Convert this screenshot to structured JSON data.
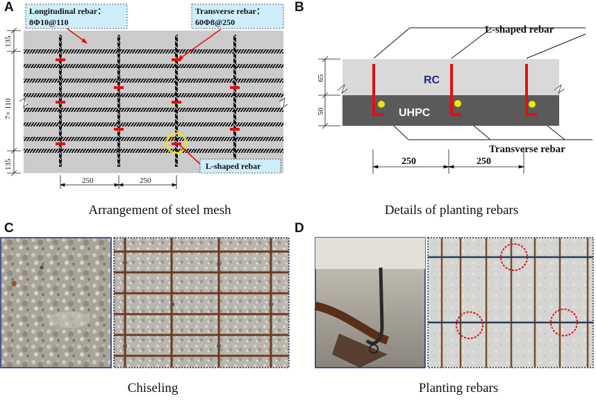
{
  "panels": {
    "A": {
      "letter": "A",
      "caption": "Arrangement of steel mesh",
      "label_longitudinal_title": "Longitudinal rebar：",
      "label_longitudinal_spec": "8Φ10@110",
      "label_transverse_title": "Transverse rebar：",
      "label_transverse_spec": "60Φ8@250",
      "label_lshaped": "L-shaped rebar",
      "dim_top": "135",
      "dim_middle": "7× 110",
      "dim_bottom": "135",
      "dim_left_spacing": "250",
      "dim_right_spacing": "250"
    },
    "B": {
      "letter": "B",
      "caption": "Details of planting rebars",
      "label_lshaped": "L-shaped rebar",
      "label_transverse": "Transverse rebar",
      "layer_rc": "RC",
      "layer_uhpc": "UHPC",
      "dim_rc": "65",
      "dim_uhpc": "50",
      "dim_spacing_1": "250",
      "dim_spacing_2": "250"
    },
    "C": {
      "letter": "C",
      "caption": "Chiseling"
    },
    "D": {
      "letter": "D",
      "caption": "Planting rebars"
    }
  },
  "colors": {
    "concrete": "#cbcbcb",
    "uhpc": "#5a5a5a",
    "rc_layer": "#d9d9d9",
    "rebar_red": "#e01010",
    "label_fill": "#cdeefa",
    "highlight_yellow": "#f2e600",
    "rc_text": "#1a2a80",
    "dotted_border": "#1a2a7a",
    "rust": "#8a4a2a"
  }
}
